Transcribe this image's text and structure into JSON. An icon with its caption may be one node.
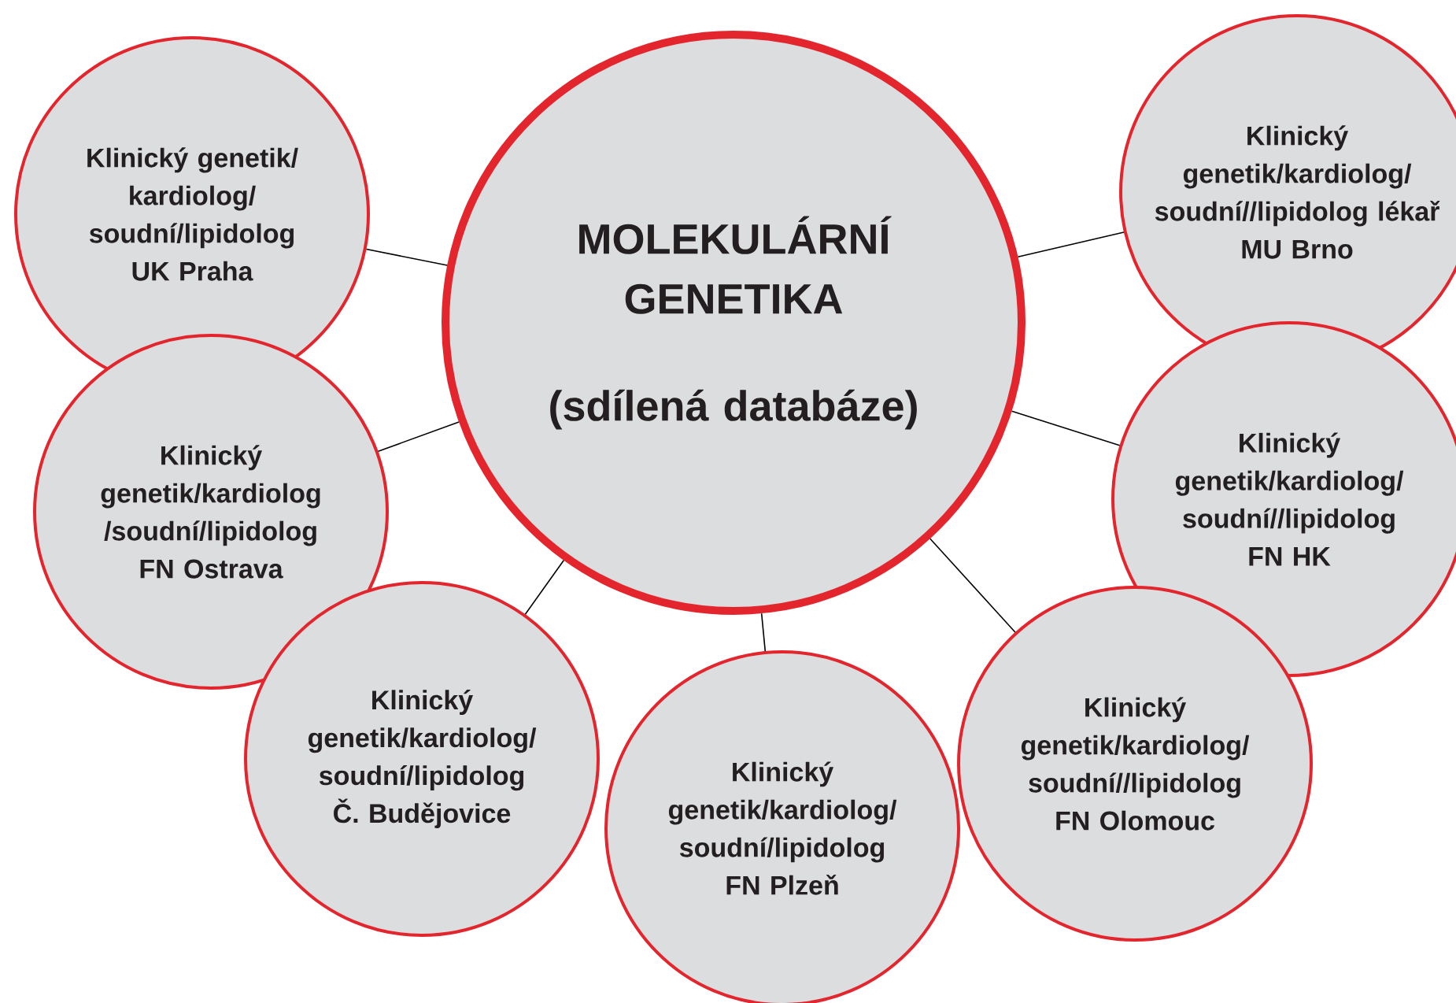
{
  "diagram": {
    "nodes": [
      {
        "text": [
          "MOLEKULÁRNÍ GENETIKA",
          "(sdílená databáze)"
        ]
      },
      {
        "text": [
          "Klinický genetik/ kardiolog/ soudní/lipidolog",
          "UK Praha"
        ]
      },
      {
        "text": [
          "Klinický genetik/kardiolog/ soudní//lipidolog lékař",
          "MU Brno"
        ]
      },
      {
        "text": [
          "Klinický genetik/kardiolog /soudní/lipidolog",
          "FN Ostrava"
        ]
      },
      {
        "text": [
          "Klinický genetik/kardiolog/ soudní//lipidolog",
          "FN HK"
        ]
      },
      {
        "text": [
          "Klinický genetik/kardiolog/ soudní/lipidolog",
          "Č. Budějovice"
        ]
      },
      {
        "text": [
          "Klinický genetik/kardiolog/ soudní/lipidolog",
          "FN Plzeň"
        ]
      },
      {
        "text": [
          "Klinický genetik/kardiolog/ soudní//lipidolog",
          "FN Olomouc"
        ]
      }
    ],
    "edges": [
      {
        "from": 0,
        "to": 1,
        "arrow": "none"
      },
      {
        "from": 0,
        "to": 2,
        "arrow": "none"
      },
      {
        "from": 0,
        "to": 3,
        "arrow": "none"
      },
      {
        "from": 0,
        "to": 4,
        "arrow": "none"
      },
      {
        "from": 0,
        "to": 5,
        "arrow": "none"
      },
      {
        "from": 0,
        "to": 6,
        "arrow": "none"
      },
      {
        "from": 0,
        "to": 7,
        "arrow": "none"
      }
    ]
  }
}
